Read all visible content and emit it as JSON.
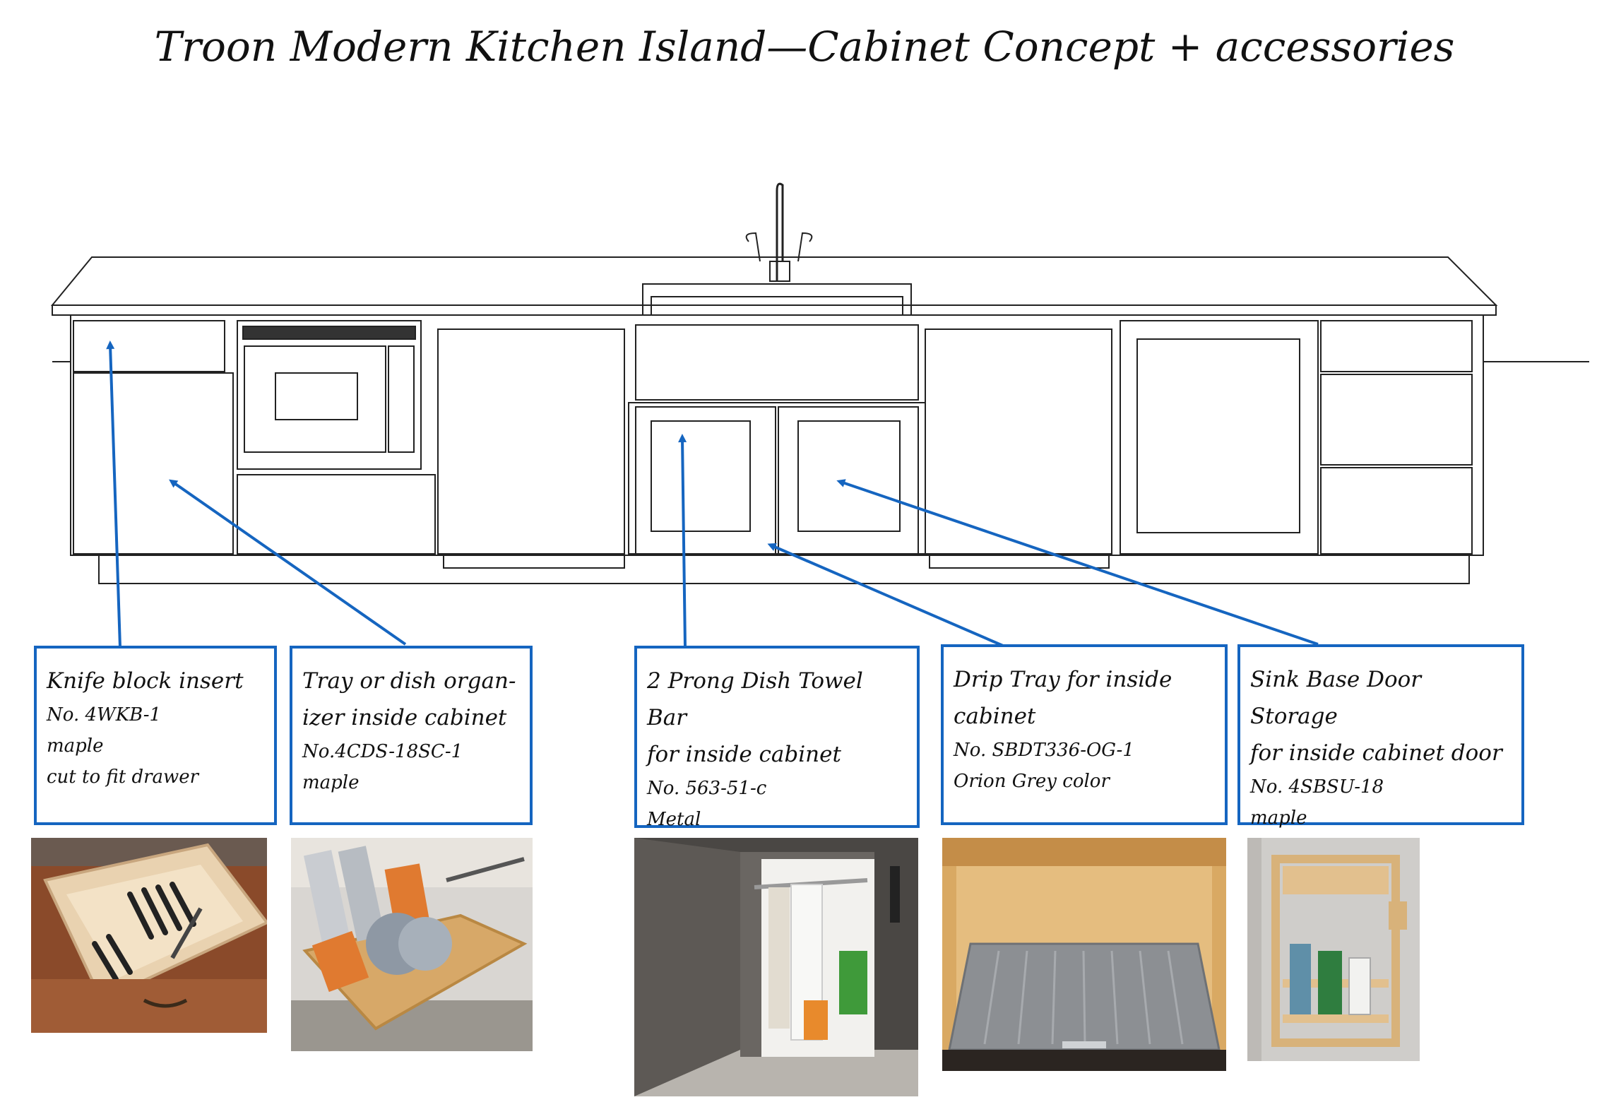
{
  "title": "Troon Modern Kitchen Island—Cabinet Concept + accessories",
  "colors": {
    "callout_border": "#1565c0",
    "arrow": "#1565c0",
    "line_art": "#222222"
  },
  "callouts": [
    {
      "heading": [
        "Knife block insert"
      ],
      "lines": [
        "No. 4WKB-1",
        "maple",
        "cut to fit drawer"
      ],
      "photo": "knife-block-insert-photo"
    },
    {
      "heading": [
        "Tray or dish organ-",
        "izer inside cabinet"
      ],
      "lines": [
        "No.4CDS-18SC-1",
        "maple"
      ],
      "photo": "tray-dish-organizer-photo"
    },
    {
      "heading": [
        "2 Prong Dish Towel Bar",
        "for inside cabinet"
      ],
      "lines": [
        "No. 563-51-c",
        "Metal"
      ],
      "photo": "towel-bar-photo"
    },
    {
      "heading": [
        "Drip Tray for inside",
        "cabinet"
      ],
      "lines": [
        "No. SBDT336-OG-1",
        "Orion Grey color"
      ],
      "photo": "drip-tray-photo"
    },
    {
      "heading": [
        "Sink Base Door Storage",
        "for inside cabinet door"
      ],
      "lines": [
        "No. 4SBSU-18",
        "maple"
      ],
      "photo": "door-storage-photo"
    }
  ]
}
